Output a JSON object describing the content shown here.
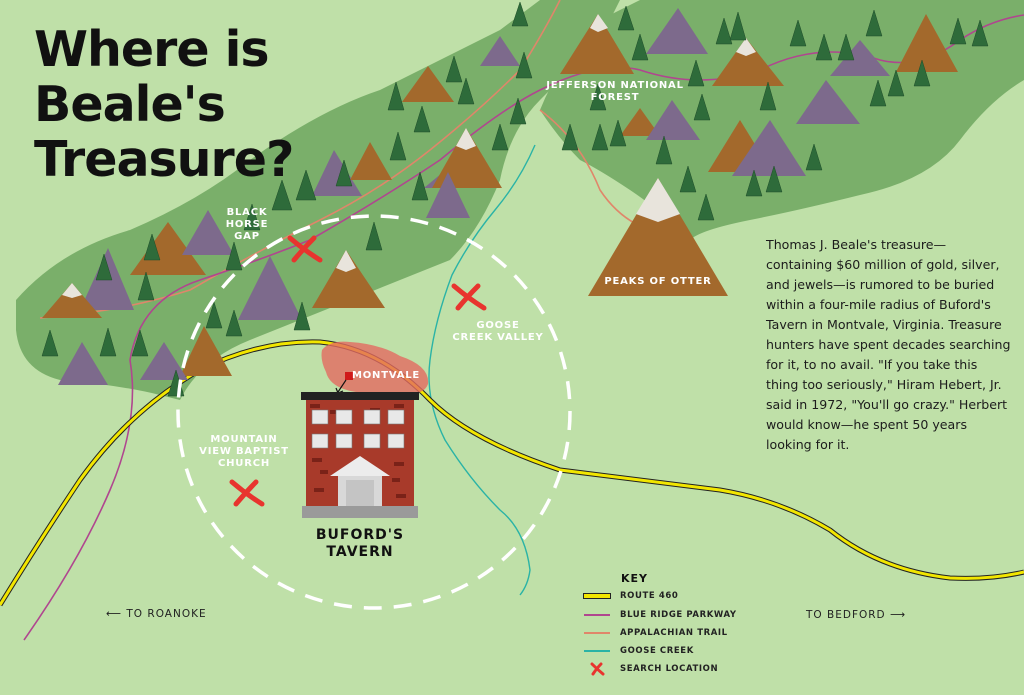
{
  "title_lines": [
    "Where is",
    "Beale's",
    "Treasure?"
  ],
  "labels": {
    "black_horse_gap": [
      "BLACK",
      "HORSE",
      "GAP"
    ],
    "jefferson_forest": [
      "JEFFERSON NATIONAL",
      "FOREST"
    ],
    "peaks_of_otter": "PEAKS OF OTTER",
    "goose_creek_valley": [
      "GOOSE",
      "CREEK VALLEY"
    ],
    "montvale": "MONTVALE",
    "mountain_view_church": [
      "MOUNTAIN",
      "VIEW BAPTIST",
      "CHURCH"
    ],
    "bufords_tavern": [
      "BUFORD'S",
      "TAVERN"
    ],
    "to_roanoke": "⟵  TO ROANOKE",
    "to_bedford": "TO BEDFORD  ⟶"
  },
  "description": "Thomas J. Beale's treasure—containing $60 million of gold, silver, and jewels—is rumored to be buried within a four-mile radius of Buford's Tavern in Montvale, Virginia. Treasure hunters have spent decades searching for it, to no avail. \"If you take this thing too seriously,\" Hiram Hebert, Jr. said in 1972, \"You'll go crazy.\" Herbert would know—he spent 50 years looking for it.",
  "key": {
    "title": "KEY",
    "items": [
      {
        "label": "ROUTE 460",
        "color": "#f2e600"
      },
      {
        "label": "BLUE RIDGE PARKWAY",
        "color": "#b0468f"
      },
      {
        "label": "APPALACHIAN TRAIL",
        "color": "#e0866a"
      },
      {
        "label": "GOOSE CREEK",
        "color": "#2ab3a6"
      },
      {
        "label": "SEARCH LOCATION",
        "color": "#e8342e"
      }
    ]
  },
  "colors": {
    "background": "#bfe0a8",
    "forest": "#7aaf6a",
    "tree": "#2e6b3a",
    "mountain_brown": "#a3692c",
    "mountain_purple": "#7d6a8c",
    "snow": "#e8e4dc",
    "brick": "#a83a2a",
    "search_x": "#e8342e"
  }
}
